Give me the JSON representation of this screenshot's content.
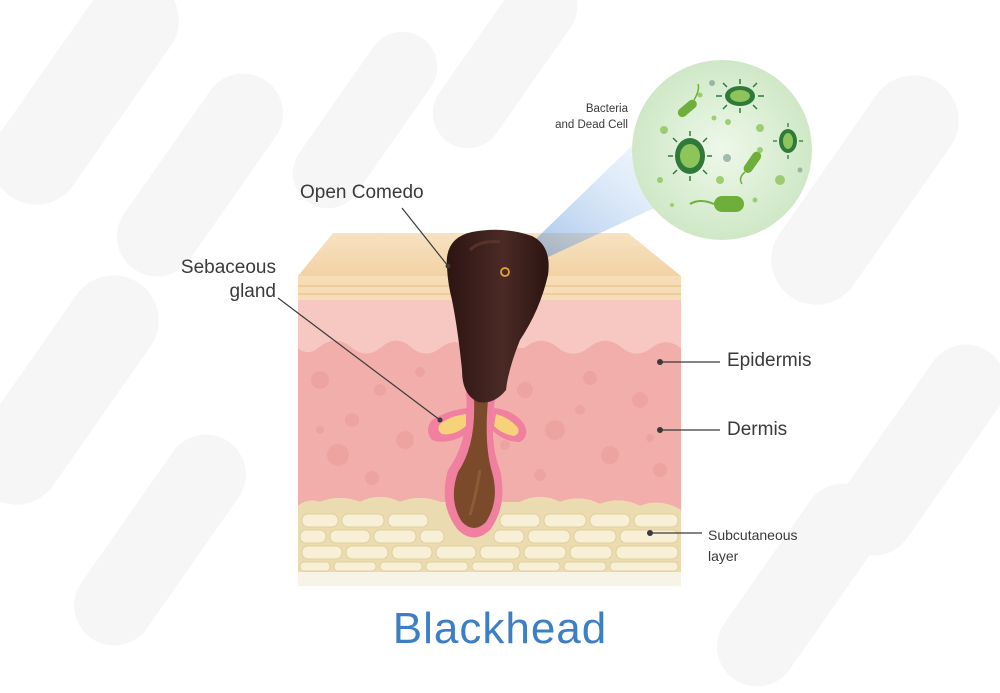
{
  "title": "Blackhead",
  "labels": {
    "open_comedo": "Open Comedo",
    "sebaceous_line1": "Sebaceous",
    "sebaceous_line2": "gland",
    "epidermis": "Epidermis",
    "dermis": "Dermis",
    "subcutaneous_line1": "Subcutaneous",
    "subcutaneous_line2": "layer",
    "bacteria_line1": "Bacteria",
    "bacteria_line2": "and Dead Cell"
  },
  "colors": {
    "title": "#3d7fc4",
    "surface": "#f6dcb4",
    "dermis": "#f2b0ac",
    "fat": "#f3ebcc",
    "comedo": "#3b1e1a",
    "bacteria": "#6fae3a",
    "magnifier_circle": "#dcefd6"
  }
}
